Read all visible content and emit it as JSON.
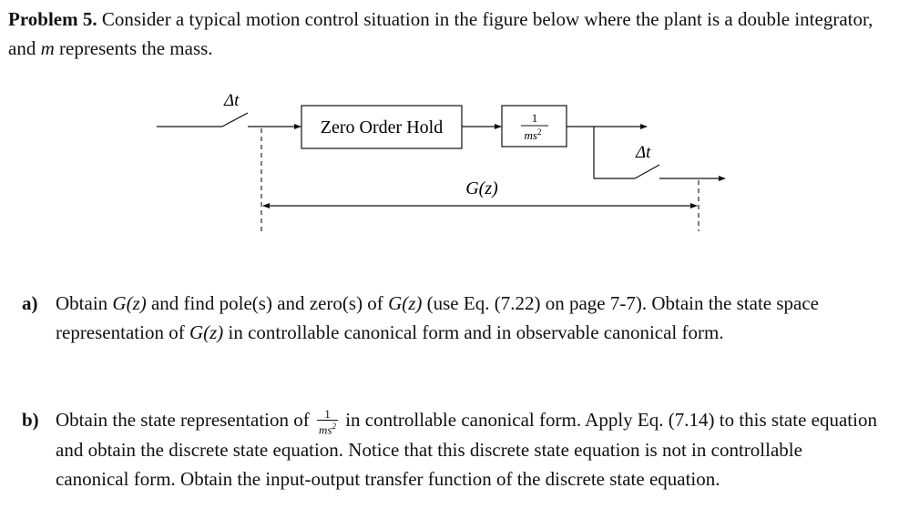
{
  "problem": {
    "label": "Problem 5.",
    "intro_1": " Consider a typical motion control situation in the figure below where the plant is a double integrator, and ",
    "intro_m": "m",
    "intro_2": " represents the mass."
  },
  "diagram": {
    "sampler_1_label": "Δt",
    "zoh_label": "Zero Order Hold",
    "plant_num": "1",
    "plant_den": "ms",
    "plant_den_exp": "2",
    "sampler_2_label": "Δt",
    "span_label": "G(z)"
  },
  "part_a": {
    "label": "a)",
    "t1": "Obtain ",
    "g1": "G(z)",
    "t2": " and find pole(s) and zero(s) of ",
    "g2": "G(z)",
    "t3": " (use Eq. (7.22) on page 7-7). Obtain the state space representation of ",
    "g3": "G(z)",
    "t4": " in controllable canonical form and in observable canonical form."
  },
  "part_b": {
    "label": "b)",
    "t1": "Obtain the state representation of ",
    "frac_num": "1",
    "frac_den": "ms",
    "frac_exp": "2",
    "t2": " in controllable canonical form. Apply Eq. (7.14) to this state equation and obtain the discrete state equation. Notice that this discrete state equation is not in controllable canonical form. Obtain the input-output transfer function of the discrete state equation."
  }
}
